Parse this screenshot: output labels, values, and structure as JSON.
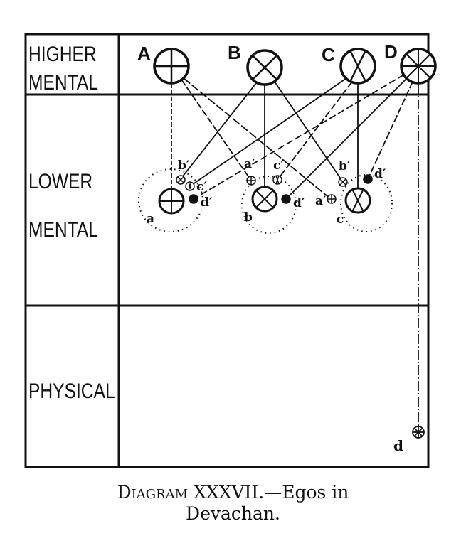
{
  "rows": [
    {
      "line1": "HIGHER",
      "line2": "MENTAL"
    },
    {
      "line1": "LOWER",
      "line2": "MENTAL"
    },
    {
      "line1": "PHYSICAL"
    }
  ],
  "egos": {
    "A": "A",
    "B": "B",
    "C": "C",
    "D": "D"
  },
  "lower_bodies": {
    "a": "a",
    "b": "b",
    "c": "c"
  },
  "thought_forms": {
    "near_a": {
      "b": "b′",
      "c": "c′",
      "d": "d′"
    },
    "near_b": {
      "a": "a′",
      "c": "c′",
      "d": "d′"
    },
    "near_c": {
      "b": "b′",
      "a": "a′",
      "d": "d′"
    }
  },
  "physical_body": "d",
  "caption": {
    "prefix": "Diagram",
    "number": "XXXVII.—Egos in",
    "line2": "Devachan."
  }
}
